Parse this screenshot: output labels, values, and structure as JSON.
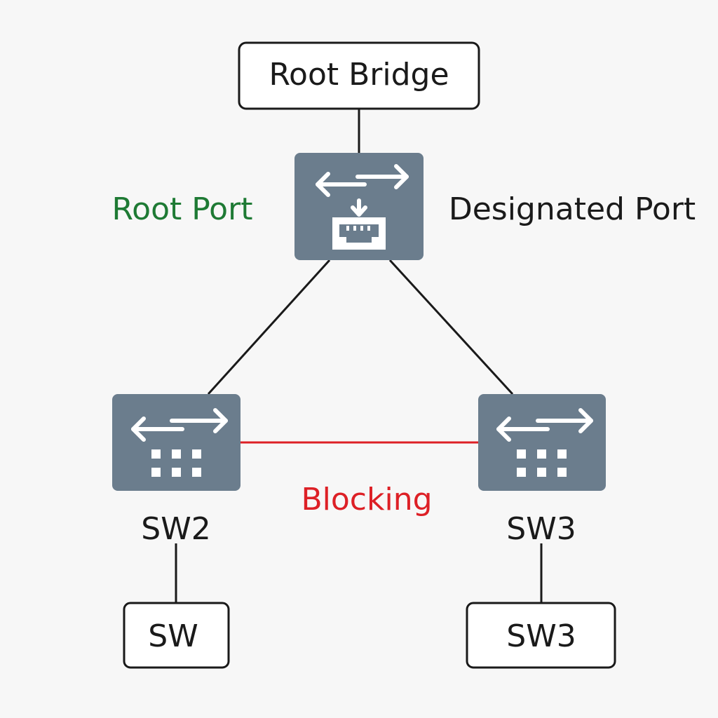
{
  "colors": {
    "background": "#f7f7f7",
    "switch_fill": "#6b7d8d",
    "icon": "#ffffff",
    "line": "#1a1a1a",
    "blocking_line": "#dd2026",
    "root_port_text": "#1e7a34",
    "blocking_text": "#dd2026",
    "text": "#1a1a1a"
  },
  "boxes": {
    "root_bridge": "Root Bridge",
    "bottom_left": "SW",
    "bottom_right": "SW3"
  },
  "labels": {
    "root_port": "Root Port",
    "designated_port": "Designated Port",
    "blocking": "Blocking",
    "sw2": "SW2",
    "sw3": "SW3"
  },
  "icons": {
    "top_switch": "switch-port-icon",
    "left_switch": "switch-grid-icon",
    "right_switch": "switch-grid-icon"
  }
}
